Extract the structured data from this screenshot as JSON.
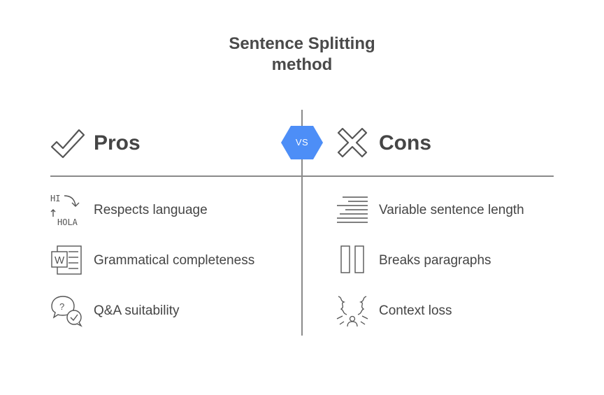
{
  "title": {
    "line1": "Sentence Splitting",
    "line2": "method"
  },
  "vs_label": "VS",
  "accent_color": "#4d8ef7",
  "pros": {
    "heading": "Pros",
    "heading_icon": "checkmark-icon",
    "items": [
      {
        "label": "Respects language",
        "icon": "translate-icon",
        "icon_text_top": "HI",
        "icon_text_bottom": "HOLA"
      },
      {
        "label": "Grammatical completeness",
        "icon": "word-document-icon",
        "icon_text": "W"
      },
      {
        "label": "Q&A suitability",
        "icon": "chat-question-icon",
        "icon_text": "?"
      }
    ]
  },
  "cons": {
    "heading": "Cons",
    "heading_icon": "cross-icon",
    "items": [
      {
        "label": "Variable sentence length",
        "icon": "text-lines-icon"
      },
      {
        "label": "Breaks paragraphs",
        "icon": "pause-bars-icon"
      },
      {
        "label": "Context loss",
        "icon": "confused-person-icon"
      }
    ]
  }
}
